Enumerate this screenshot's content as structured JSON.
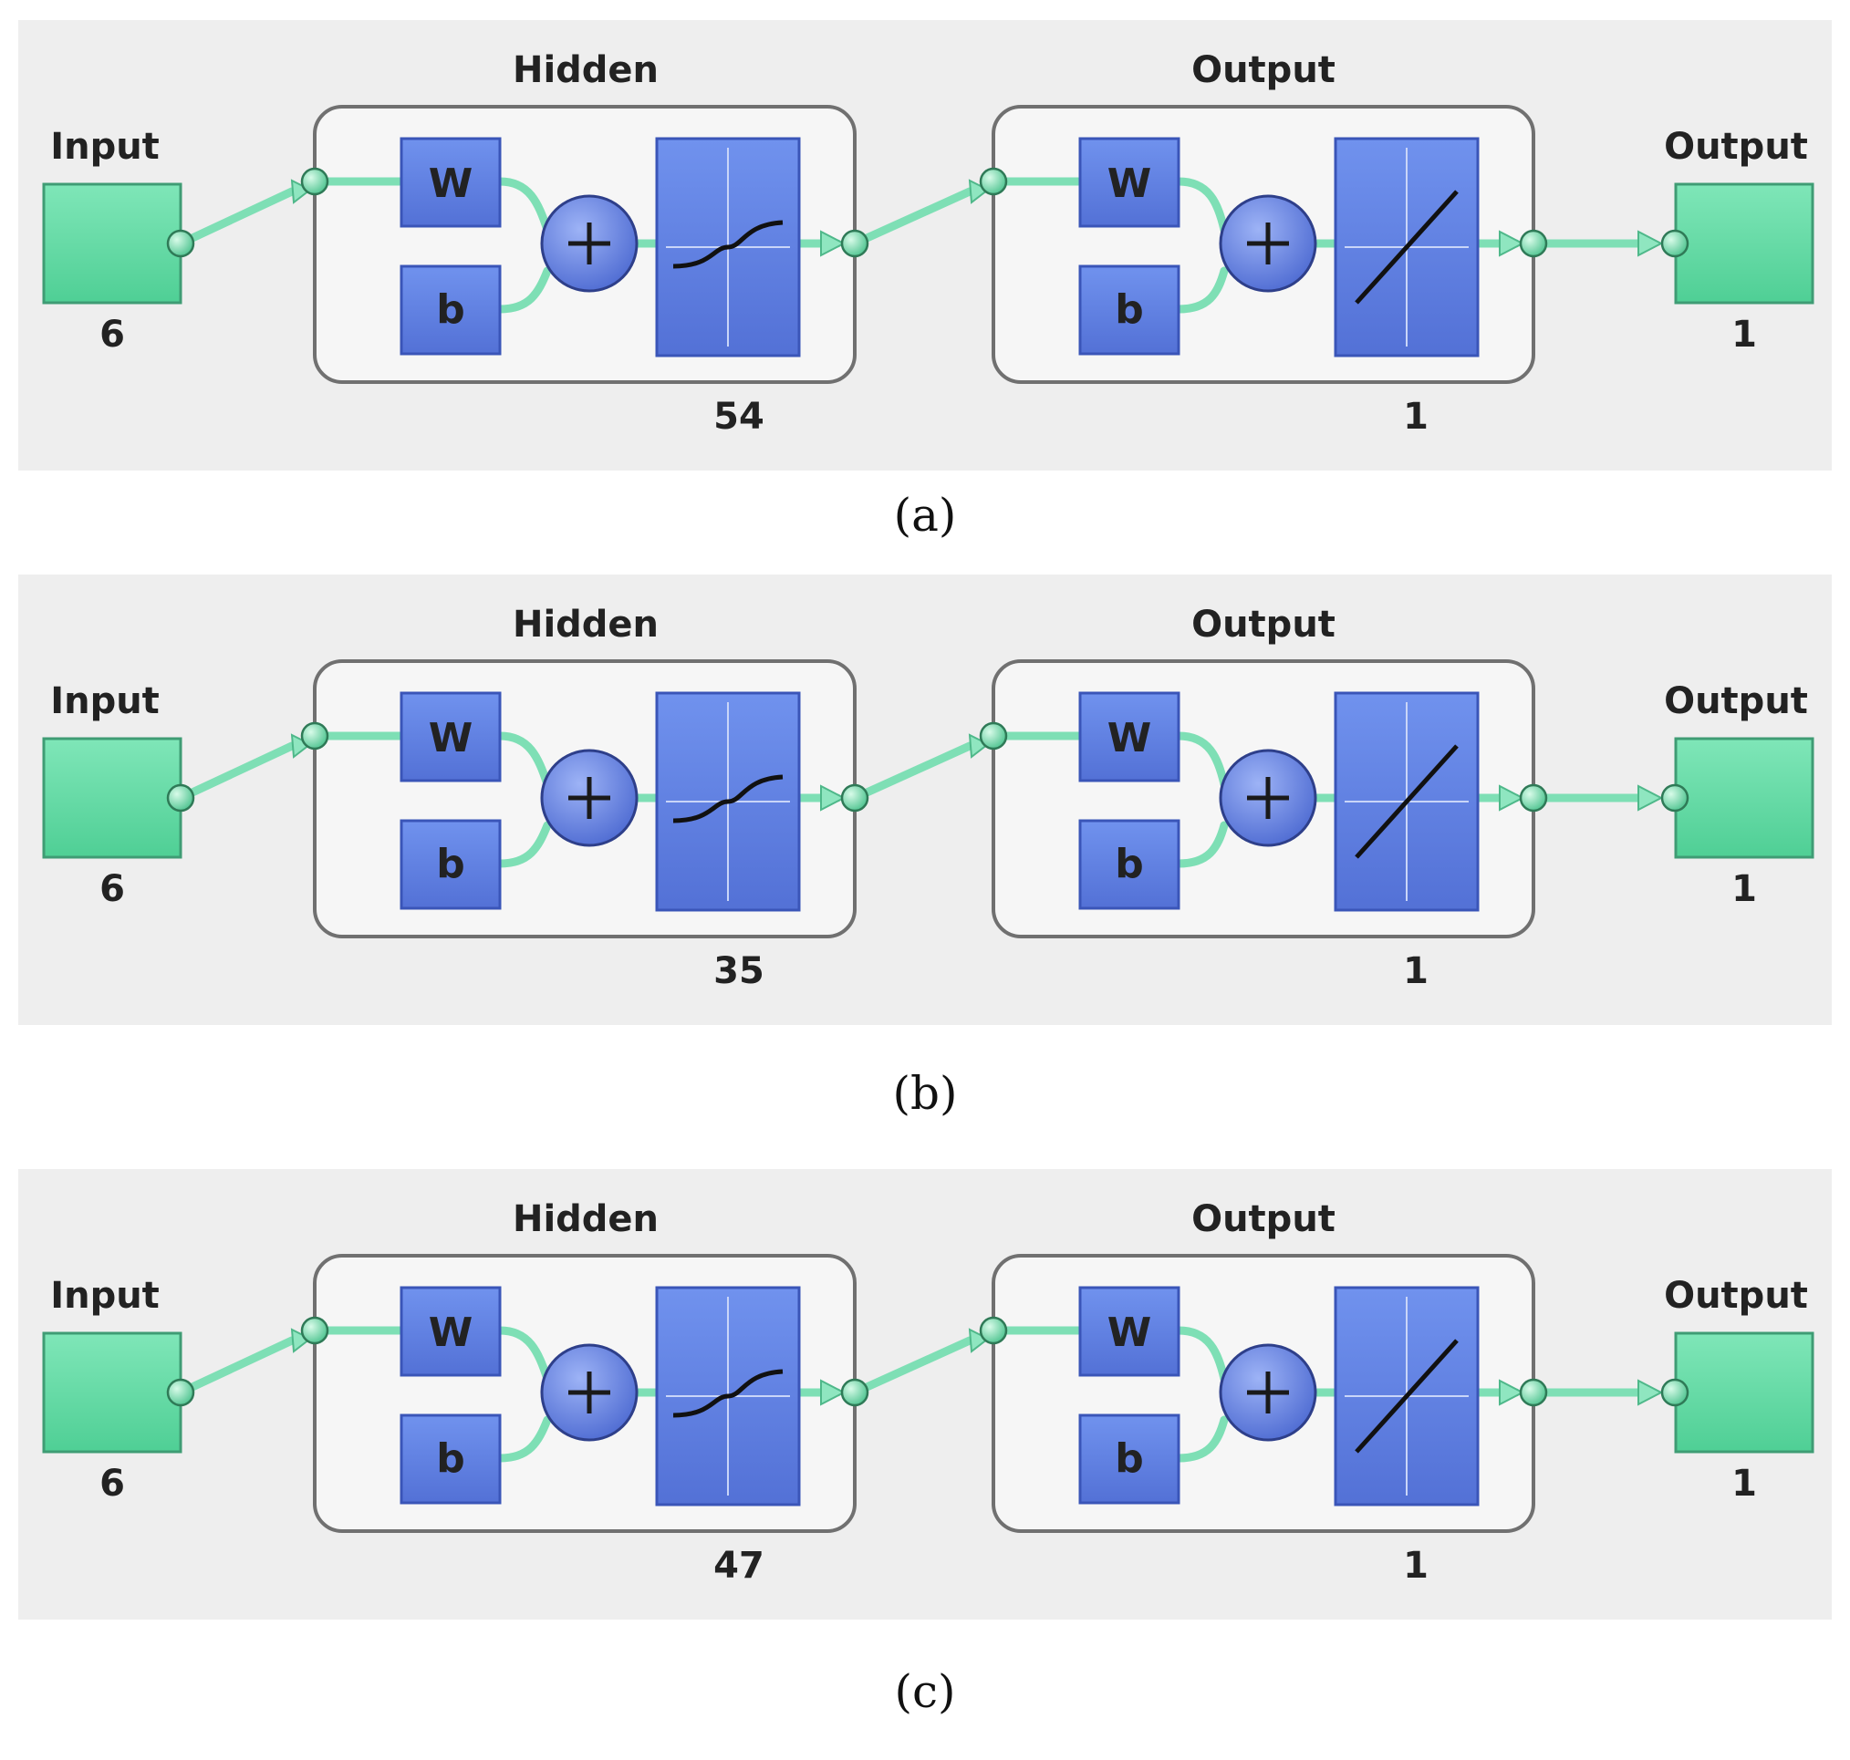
{
  "colors": {
    "panel_bg": "#eeeeee",
    "layer_box_fill": "#f6f6f6",
    "layer_box_stroke": "#707070",
    "input_output_fill": "#66d9a6",
    "block_fill": "#5f7fe0",
    "connector": "#7edfb5"
  },
  "diagrams": [
    {
      "caption": "(a)",
      "input": {
        "label": "Input",
        "size": "6"
      },
      "hidden": {
        "label": "Hidden",
        "weight": "W",
        "bias": "b",
        "transfer": "sigmoid-icon",
        "size": "54"
      },
      "output_layer": {
        "label": "Output",
        "weight": "W",
        "bias": "b",
        "transfer": "linear-icon",
        "size": "1"
      },
      "output": {
        "label": "Output",
        "size": "1"
      }
    },
    {
      "caption": "(b)",
      "input": {
        "label": "Input",
        "size": "6"
      },
      "hidden": {
        "label": "Hidden",
        "weight": "W",
        "bias": "b",
        "transfer": "sigmoid-icon",
        "size": "35"
      },
      "output_layer": {
        "label": "Output",
        "weight": "W",
        "bias": "b",
        "transfer": "linear-icon",
        "size": "1"
      },
      "output": {
        "label": "Output",
        "size": "1"
      }
    },
    {
      "caption": "(c)",
      "input": {
        "label": "Input",
        "size": "6"
      },
      "hidden": {
        "label": "Hidden",
        "weight": "W",
        "bias": "b",
        "transfer": "sigmoid-icon",
        "size": "47"
      },
      "output_layer": {
        "label": "Output",
        "weight": "W",
        "bias": "b",
        "transfer": "linear-icon",
        "size": "1"
      },
      "output": {
        "label": "Output",
        "size": "1"
      }
    }
  ]
}
